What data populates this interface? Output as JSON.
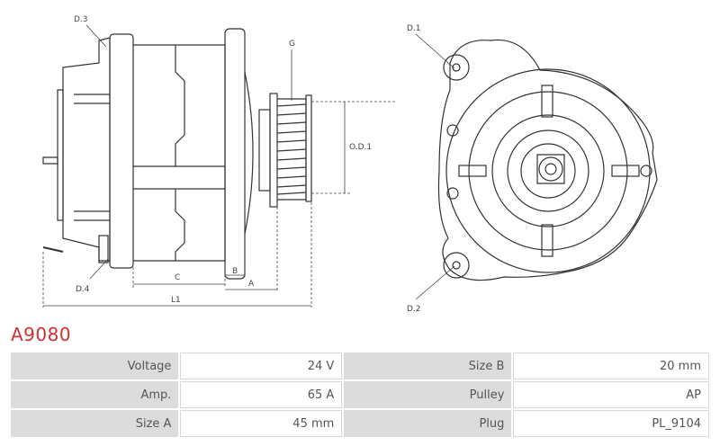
{
  "model": "A9080",
  "drawing_labels": {
    "d1": "D.1",
    "d2": "D.2",
    "d3": "D.3",
    "d4": "D.4",
    "g": "G",
    "od1": "O.D.1",
    "a": "A",
    "b": "B",
    "c": "C",
    "l1": "L1"
  },
  "specs": [
    {
      "label": "Voltage",
      "value": "24 V",
      "label2": "Size B",
      "value2": "20 mm"
    },
    {
      "label": "Amp.",
      "value": "65 A",
      "label2": "Pulley",
      "value2": "AP"
    },
    {
      "label": "Size A",
      "value": "45 mm",
      "label2": "Plug",
      "value2": "PL_9104"
    }
  ]
}
